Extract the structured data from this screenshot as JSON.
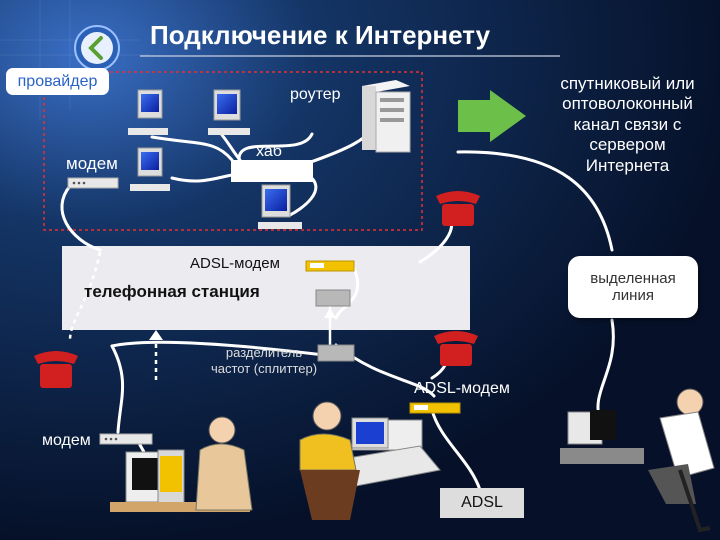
{
  "title": "Подключение к Интернету",
  "labels": {
    "provider": "провайдер",
    "router": "роутер",
    "modem_top": "модем",
    "hub": "хаб",
    "satellite": "спутниковый или\nоптоволоконный\nканал связи с\nсервером\nИнтернета",
    "adsl_modem_station": "ADSL-модем",
    "phone_station": "телефонная станция",
    "dedicated_line": "выделенная\nлиния",
    "splitter": "разделитель\nчастот (сплиттер)",
    "adsl_modem_user": "ADSL-модем",
    "modem_user": "модем",
    "adsl": "ADSL"
  },
  "colors": {
    "background": "#0b1d3e",
    "station_box": "#ececf0",
    "provider_border": "#e83030",
    "arrow": "#6cc04a",
    "phone": "#d22020",
    "modem_body": "#f2c200"
  },
  "icons": [
    "back-arrow-icon",
    "monitor-icon",
    "server-icon",
    "phone-icon",
    "person-icon"
  ]
}
